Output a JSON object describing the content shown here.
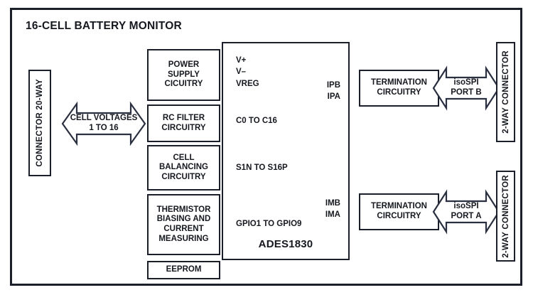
{
  "diagram": {
    "title": "16-CELL BATTERY MONITOR",
    "type": "block-diagram",
    "frame_label": "system-boundary"
  },
  "left": {
    "connector": {
      "label": "CONNECTOR 20-WAY",
      "orientation": "vertical"
    },
    "bus_arrow": {
      "line1": "CELL VOLTAGES",
      "line2": "1 TO 16",
      "direction": "bidirectional"
    }
  },
  "front_end_blocks": [
    {
      "id": "power-supply",
      "label": "POWER\nSUPPLY\nCICUITRY",
      "lines": [
        "POWER",
        "SUPPLY",
        "CICUITRY"
      ]
    },
    {
      "id": "rc-filter",
      "label": "RC FILTER\nCIRCUITRY",
      "lines": [
        "RC FILTER",
        "CIRCUITRY"
      ]
    },
    {
      "id": "cell-balancing",
      "label": "CELL\nBALANCING\nCIRCUITRY",
      "lines": [
        "CELL",
        "BALANCING",
        "CIRCUITRY"
      ]
    },
    {
      "id": "thermistor",
      "label": "THERMISTOR\nBIASING AND\nCURRENT\nMEASURING",
      "lines": [
        "THERMISTOR",
        "BIASING AND",
        "CURRENT",
        "MEASURING"
      ]
    },
    {
      "id": "eeprom",
      "label": "EEPROM",
      "lines": [
        "EEPROM"
      ]
    }
  ],
  "ic": {
    "part_number": "ADES1830",
    "pins_left": [
      {
        "group": "supply",
        "names": [
          "V+",
          "V–",
          "VREG"
        ]
      },
      {
        "group": "cell-inputs",
        "names": [
          "C0 TO C16"
        ]
      },
      {
        "group": "sense-inputs",
        "names": [
          "S1N TO S16P"
        ]
      },
      {
        "group": "gpio",
        "names": [
          "GPIO1 TO GPIO9"
        ]
      }
    ],
    "pins_right": [
      {
        "group": "isospi-b",
        "names": [
          "IPB",
          "IPA"
        ]
      },
      {
        "group": "isospi-a",
        "names": [
          "IMB",
          "IMA"
        ]
      }
    ]
  },
  "right": {
    "channels": [
      {
        "id": "port-b",
        "termination": {
          "lines": [
            "TERMINATION",
            "CIRCUITRY"
          ]
        },
        "arrow": {
          "line1": "isoSPI",
          "line2": "PORT B",
          "direction": "bidirectional"
        },
        "connector": {
          "label": "2-WAY CONNECTOR"
        }
      },
      {
        "id": "port-a",
        "termination": {
          "lines": [
            "TERMINATION",
            "CIRCUITRY"
          ]
        },
        "arrow": {
          "line1": "isoSPI",
          "line2": "PORT A",
          "direction": "bidirectional"
        },
        "connector": {
          "label": "2-WAY CONNECTOR"
        }
      }
    ]
  },
  "colors": {
    "stroke": "#1b1f2a",
    "arrow_stroke": "#2b3040",
    "text": "#16181f",
    "background": "#ffffff"
  }
}
